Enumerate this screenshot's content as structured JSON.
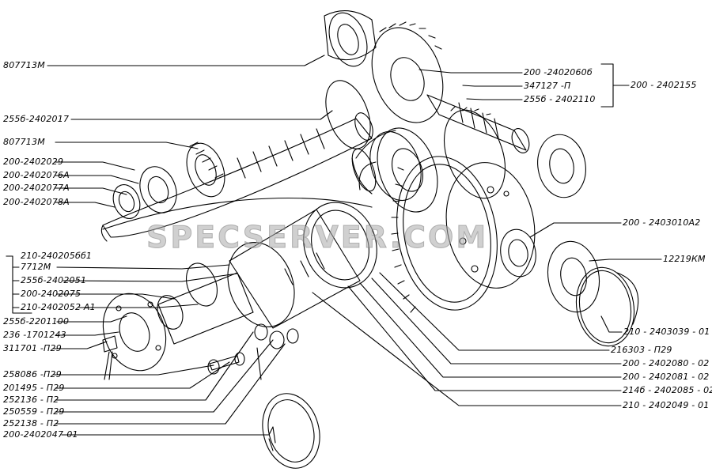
{
  "watermark": "SPECSERVER.COM",
  "labels_left": {
    "l1": "807713M",
    "l2": "255б-2402017",
    "l3": "807713M",
    "l4": "200-2402029",
    "l5": "200-2402076А",
    "l6": "200-2402077А",
    "l7": "200-2402078А",
    "l8": "210-240205бб1",
    "l9": "7712M",
    "l10": "255б-2402051",
    "l11": "200-2402075",
    "l12": "210-2402052 А1",
    "l13": "255б-2201100",
    "l14": "236 -1701243",
    "l15": "311701 -П29",
    "l16": "258086 -П29",
    "l17": "201495 - П29",
    "l18": "252136 - П2",
    "l19": "250559 - П29",
    "l20": "252138 - П2",
    "l21": "200-2402047-01"
  },
  "labels_right": {
    "r1": "200 -2402060б",
    "r2": "347127 -П",
    "r3": "255б - 2402110",
    "r4": "200 - 2402155",
    "r5": "200 - 2403010А2",
    "r6": "12219КМ",
    "r7": "210 - 2403039 - 01",
    "r8": "216303 - П29",
    "r9": "200 - 2402080 - 02",
    "r10": "200 - 2402081 - 02",
    "r11": "214б - 2402085 - 02",
    "r12": "210 - 2402049 - 01"
  }
}
